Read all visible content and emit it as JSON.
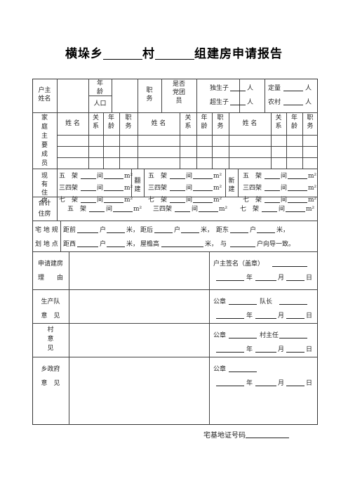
{
  "title": {
    "prefix": "横垛乡",
    "mid": "村",
    "suffix": "组建房申请报告"
  },
  "header": {
    "householder_name": "户主\n姓名",
    "age": "年\n龄",
    "population": "人口",
    "position": "职\n务",
    "party_member": "是否\n党团\n员",
    "only_child": "独生子",
    "over_birth": "超生子",
    "fixed_qty": "定量",
    "rural": "农村",
    "person_unit": "人"
  },
  "family": {
    "label": "家\n庭\n主\n要\n成\n员",
    "name": "姓 名",
    "relation": "关\n系",
    "age": "年\n龄",
    "position": "职\n务"
  },
  "housing": {
    "current": "现\n有\n住\n房",
    "renovate": "翻\n建",
    "new": "新\n建",
    "rows": [
      "五　架",
      "三四架",
      "七　架"
    ],
    "rows_new": [
      "五　架",
      "三四架",
      "七　架"
    ],
    "room": "间",
    "unit": "m²"
  },
  "total": {
    "label": "合计\n住房",
    "items": [
      "五　架",
      "三四架",
      "七　架"
    ],
    "room": "间",
    "unit": "m²"
  },
  "site": {
    "label1": "宅 地 规",
    "label2": "划 地 点",
    "line1": [
      "距前",
      "户",
      "米，",
      "距后",
      "户",
      "米，",
      "距东",
      "户",
      "米，"
    ],
    "line2": [
      "距西",
      "户",
      "米，",
      "屋檐高",
      "米，",
      "与",
      "户向导一致。"
    ]
  },
  "sections": [
    {
      "label1": "申请建房",
      "label2": "理　　由",
      "s1": "户主签名（盖章）",
      "s2": ""
    },
    {
      "label1": "生产队",
      "label2": "意　见",
      "s1": "公章",
      "s2": "队长"
    },
    {
      "label1": "村\n意\n见",
      "label2": "",
      "s1": "公章",
      "s2": "村主任"
    },
    {
      "label1": "乡政府",
      "label2": "意　见",
      "s1": "公章",
      "s2": ""
    }
  ],
  "date": {
    "y": "年",
    "m": "月",
    "d": "日"
  },
  "footer": "宅基地证号码"
}
